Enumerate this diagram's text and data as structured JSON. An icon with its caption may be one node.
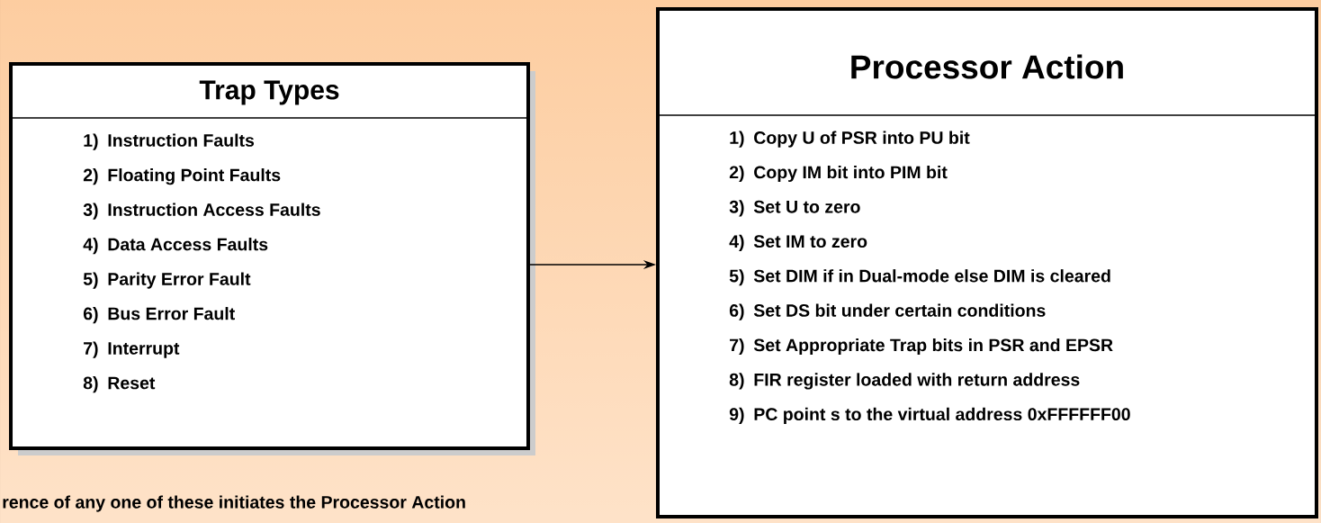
{
  "diagram": {
    "nodes": [
      {
        "text": [
          "Trap Types",
          "1)  Instruction Faults",
          "2)  Floating Point Faults",
          "3)  Instruction Access Faults",
          "4)  Data Access Faults",
          "5)  Parity Error Fault",
          "6)  Bus Error Fault",
          "7)  Interrupt",
          "8)  Reset"
        ]
      },
      {
        "text": [
          "Processor Action",
          "1)  Copy U of PSR into PU bit",
          "2)  Copy IM bit into PIM bit",
          "3)  Set U to zero",
          "4)  Set IM to zero",
          "5)  Set DIM if in Dual-mode else DIM is cleared",
          "6)  Set DS bit under certain conditions",
          "7)  Set Appropriate Trap bits in PSR and EPSR",
          "8)  FIR register loaded with return address",
          "9)  PC point s to the virtual address 0xFFFFFF00"
        ]
      }
    ],
    "edges": [
      {
        "from": 0,
        "to": 1,
        "arrow": "to"
      }
    ],
    "labels": [
      "rence of any one of these initiates the Processor Action"
    ]
  }
}
